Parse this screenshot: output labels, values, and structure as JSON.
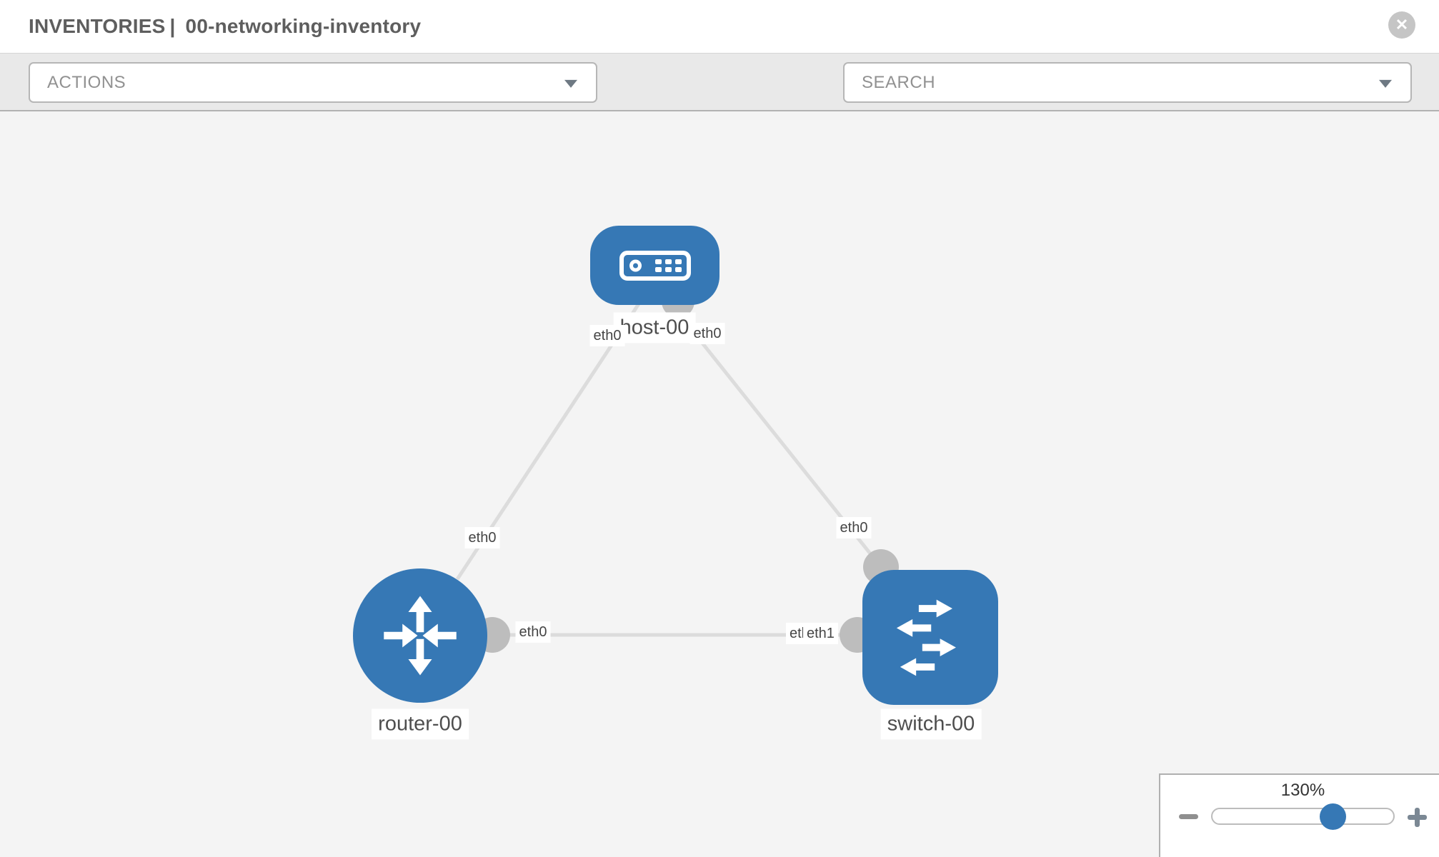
{
  "header": {
    "section": "INVENTORIES",
    "separator": "|",
    "inventory_name": "00-networking-inventory",
    "close_icon": "✕"
  },
  "toolbar": {
    "actions_label": "ACTIONS",
    "search_placeholder": "SEARCH",
    "icons": [
      "wrench-icon",
      "key-icon"
    ]
  },
  "topology": {
    "nodes": [
      {
        "id": "host-00",
        "label": "host-00",
        "type": "host",
        "shape": "rounded-rect"
      },
      {
        "id": "router-00",
        "label": "router-00",
        "type": "router",
        "shape": "circle"
      },
      {
        "id": "switch-00",
        "label": "switch-00",
        "type": "switch",
        "shape": "rounded-square"
      }
    ],
    "links": [
      {
        "source": "host-00",
        "target": "router-00",
        "source_interface": "eth0",
        "target_interface": "eth0"
      },
      {
        "source": "host-00",
        "target": "switch-00",
        "source_interface": "eth0",
        "target_interface": "eth0"
      },
      {
        "source": "router-00",
        "target": "switch-00",
        "source_interface": "eth0",
        "target_interface": "eth1"
      }
    ],
    "interface_labels": {
      "host_left": "eth0",
      "host_right": "eth0",
      "router_top": "eth0",
      "router_right": "eth0",
      "switch_top": "eth0",
      "switch_left_back": "eth0",
      "switch_left_front": "eth1"
    }
  },
  "zoom_control": {
    "level": "130%"
  },
  "colors": {
    "node_blue": "#3678b5",
    "link_gray": "#dcdcdc",
    "interface_gray": "#bdbdbd",
    "canvas_bg": "#f4f4f4",
    "toolbar_bg": "#e9e9e9"
  }
}
